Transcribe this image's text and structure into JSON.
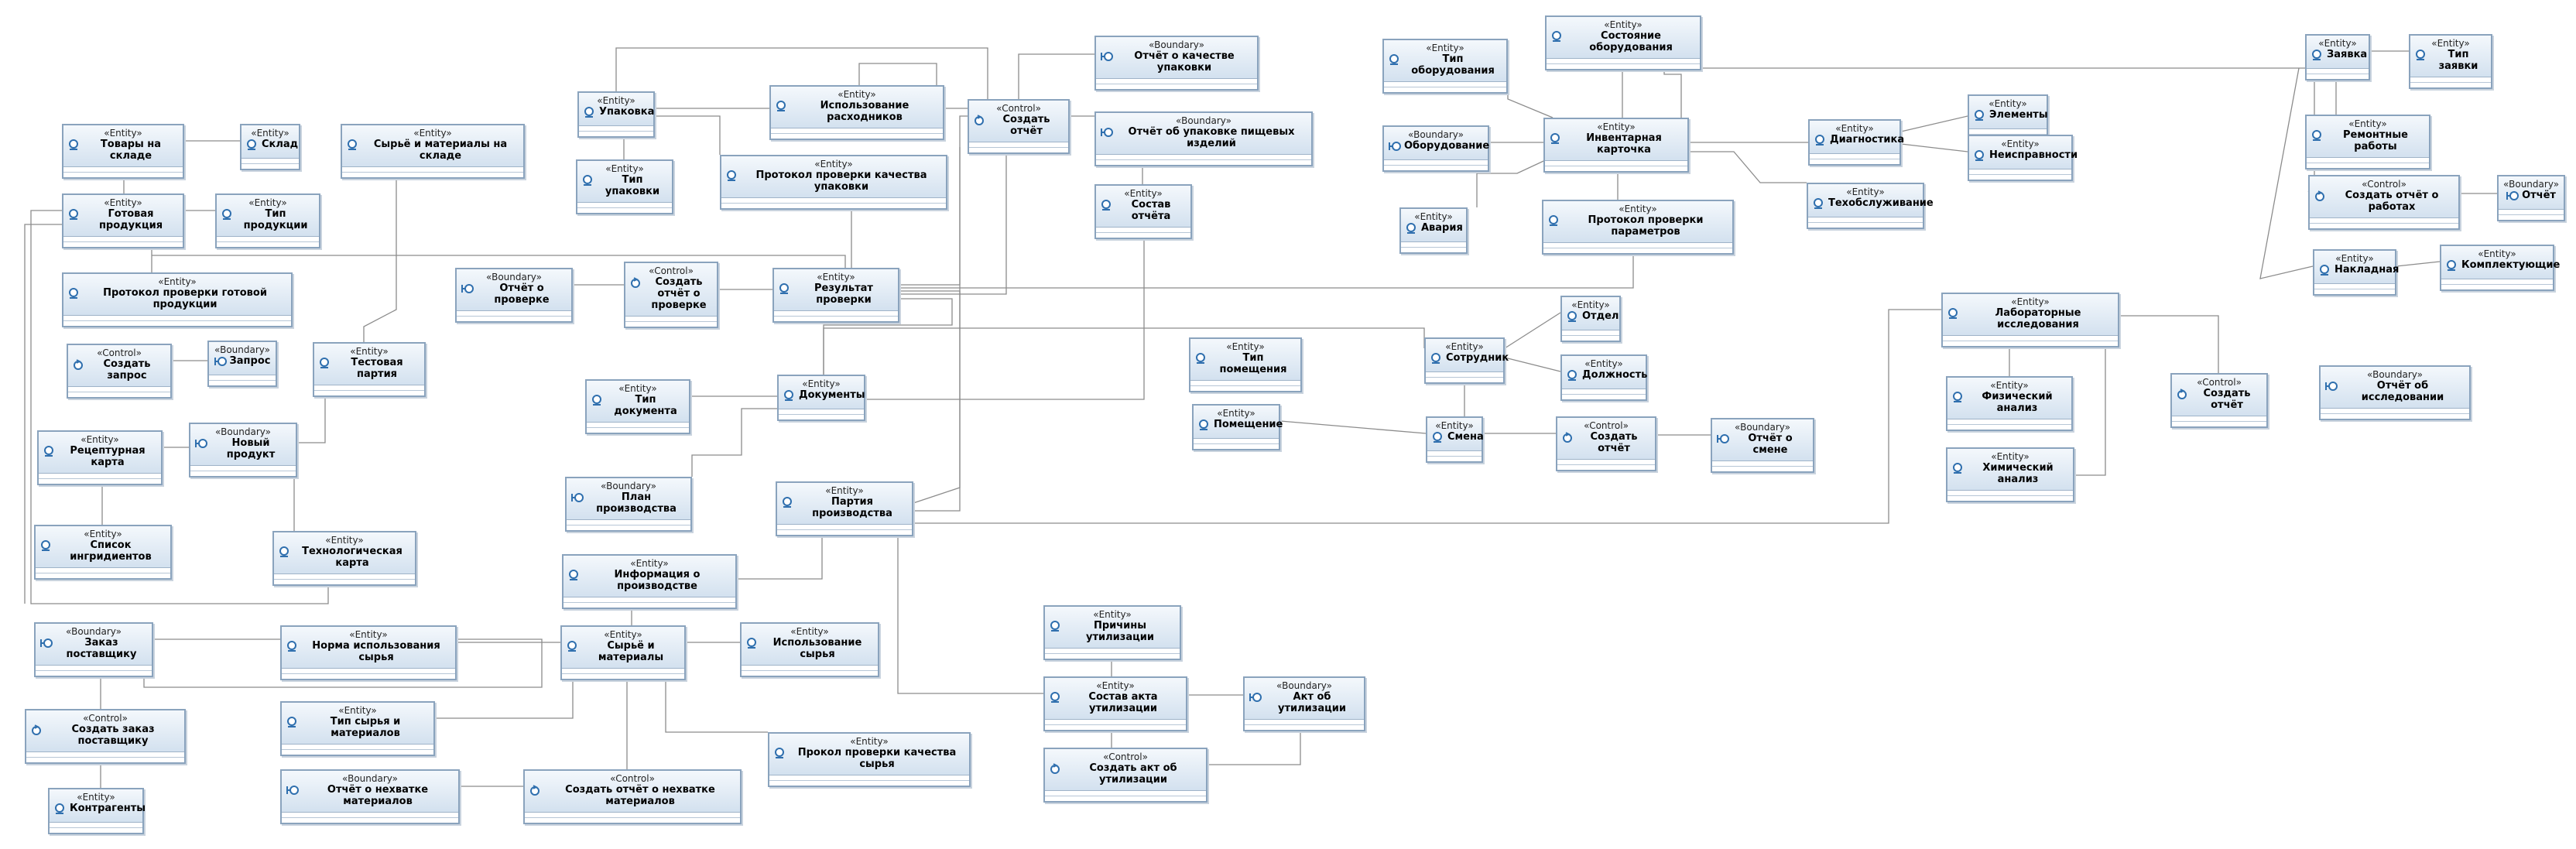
{
  "diagram": {
    "nodes": [
      {
        "id": "goods_stock",
        "stereotype": "«Entity»",
        "name": "Товары на складе",
        "kind": "entity"
      },
      {
        "id": "warehouse",
        "stereotype": "«Entity»",
        "name": "Склад",
        "kind": "entity"
      },
      {
        "id": "raw_stock",
        "stereotype": "«Entity»",
        "name": "Сырьё и материалы на складе",
        "kind": "entity"
      },
      {
        "id": "finished",
        "stereotype": "«Entity»",
        "name": "Готовая продукция",
        "kind": "entity"
      },
      {
        "id": "product_type",
        "stereotype": "«Entity»",
        "name": "Тип продукции",
        "kind": "entity"
      },
      {
        "id": "finished_protocol",
        "stereotype": "«Entity»",
        "name": "Протокол проверки готовой продукции",
        "kind": "entity"
      },
      {
        "id": "create_request",
        "stereotype": "«Control»",
        "name": "Создать запрос",
        "kind": "control"
      },
      {
        "id": "request",
        "stereotype": "«Boundary»",
        "name": "Запрос",
        "kind": "boundary"
      },
      {
        "id": "test_batch",
        "stereotype": "«Entity»",
        "name": "Тестовая партия",
        "kind": "entity"
      },
      {
        "id": "recipe_card",
        "stereotype": "«Entity»",
        "name": "Рецептурная карта",
        "kind": "entity"
      },
      {
        "id": "new_product",
        "stereotype": "«Boundary»",
        "name": "Новый продукт",
        "kind": "boundary"
      },
      {
        "id": "ingredients",
        "stereotype": "«Entity»",
        "name": "Список ингридиентов",
        "kind": "entity"
      },
      {
        "id": "tech_card",
        "stereotype": "«Entity»",
        "name": "Технологическая карта",
        "kind": "entity"
      },
      {
        "id": "packaging",
        "stereotype": "«Entity»",
        "name": "Упаковка",
        "kind": "entity"
      },
      {
        "id": "pack_type",
        "stereotype": "«Entity»",
        "name": "Тип упаковки",
        "kind": "entity"
      },
      {
        "id": "consumables",
        "stereotype": "«Entity»",
        "name": "Использование расходников",
        "kind": "entity"
      },
      {
        "id": "pack_protocol",
        "stereotype": "«Entity»",
        "name": "Протокол проверки качества упаковки",
        "kind": "entity"
      },
      {
        "id": "create_report1",
        "stereotype": "«Control»",
        "name": "Создать отчёт",
        "kind": "control"
      },
      {
        "id": "pack_quality_report",
        "stereotype": "«Boundary»",
        "name": "Отчёт о качестве упаковки",
        "kind": "boundary"
      },
      {
        "id": "food_pack_report",
        "stereotype": "«Boundary»",
        "name": "Отчёт об упаковке пищевых изделий",
        "kind": "boundary"
      },
      {
        "id": "report_content",
        "stereotype": "«Entity»",
        "name": "Состав отчёта",
        "kind": "entity"
      },
      {
        "id": "check_report",
        "stereotype": "«Boundary»",
        "name": "Отчёт о проверке",
        "kind": "boundary"
      },
      {
        "id": "create_check_report",
        "stereotype": "«Control»",
        "name": "Создать отчёт о проверке",
        "kind": "control"
      },
      {
        "id": "check_result",
        "stereotype": "«Entity»",
        "name": "Результат проверки",
        "kind": "entity"
      },
      {
        "id": "doc_type",
        "stereotype": "«Entity»",
        "name": "Тип документа",
        "kind": "entity"
      },
      {
        "id": "documents",
        "stereotype": "«Entity»",
        "name": "Документы",
        "kind": "entity"
      },
      {
        "id": "prod_plan",
        "stereotype": "«Boundary»",
        "name": "План производства",
        "kind": "boundary"
      },
      {
        "id": "prod_batch",
        "stereotype": "«Entity»",
        "name": "Партия производства",
        "kind": "entity"
      },
      {
        "id": "prod_info",
        "stereotype": "«Entity»",
        "name": "Информация о производстве",
        "kind": "entity"
      },
      {
        "id": "supplier_order",
        "stereotype": "«Boundary»",
        "name": "Заказ поставщику",
        "kind": "boundary"
      },
      {
        "id": "norm_raw",
        "stereotype": "«Entity»",
        "name": "Норма использования сырья",
        "kind": "entity"
      },
      {
        "id": "raw_materials",
        "stereotype": "«Entity»",
        "name": "Сырьё и материалы",
        "kind": "entity"
      },
      {
        "id": "raw_usage",
        "stereotype": "«Entity»",
        "name": "Использование сырья",
        "kind": "entity"
      },
      {
        "id": "create_supplier_order",
        "stereotype": "«Control»",
        "name": "Создать заказ поставщику",
        "kind": "control"
      },
      {
        "id": "raw_type",
        "stereotype": "«Entity»",
        "name": "Тип сырья и материалов",
        "kind": "entity"
      },
      {
        "id": "shortage_report",
        "stereotype": "«Boundary»",
        "name": "Отчёт о нехватке материалов",
        "kind": "boundary"
      },
      {
        "id": "create_shortage_report",
        "stereotype": "«Control»",
        "name": "Создать отчёт о нехватке материалов",
        "kind": "control"
      },
      {
        "id": "raw_quality_protocol",
        "stereotype": "«Entity»",
        "name": "Прокол проверки качества сырья",
        "kind": "entity"
      },
      {
        "id": "counterparties",
        "stereotype": "«Entity»",
        "name": "Контрагенты",
        "kind": "entity"
      },
      {
        "id": "disposal_reasons",
        "stereotype": "«Entity»",
        "name": "Причины утилизации",
        "kind": "entity"
      },
      {
        "id": "disposal_content",
        "stereotype": "«Entity»",
        "name": "Состав акта утилизации",
        "kind": "entity"
      },
      {
        "id": "disposal_act",
        "stereotype": "«Boundary»",
        "name": "Акт об утилизации",
        "kind": "boundary"
      },
      {
        "id": "create_disposal_act",
        "stereotype": "«Control»",
        "name": "Создать акт об утилизации",
        "kind": "control"
      },
      {
        "id": "equip_type",
        "stereotype": "«Entity»",
        "name": "Тип оборудования",
        "kind": "entity"
      },
      {
        "id": "equip_state",
        "stereotype": "«Entity»",
        "name": "Состояние оборудования",
        "kind": "entity"
      },
      {
        "id": "equipment",
        "stereotype": "«Boundary»",
        "name": "Оборудование",
        "kind": "boundary"
      },
      {
        "id": "inventory_card",
        "stereotype": "«Entity»",
        "name": "Инвентарная карточка",
        "kind": "entity"
      },
      {
        "id": "diagnostics",
        "stereotype": "«Entity»",
        "name": "Диагностика",
        "kind": "entity"
      },
      {
        "id": "elements",
        "stereotype": "«Entity»",
        "name": "Элементы",
        "kind": "entity"
      },
      {
        "id": "faults",
        "stereotype": "«Entity»",
        "name": "Неисправности",
        "kind": "entity"
      },
      {
        "id": "accident",
        "stereotype": "«Entity»",
        "name": "Авария",
        "kind": "entity"
      },
      {
        "id": "param_protocol",
        "stereotype": "«Entity»",
        "name": "Протокол проверки параметров",
        "kind": "entity"
      },
      {
        "id": "maintenance",
        "stereotype": "«Entity»",
        "name": "Техобслуживание",
        "kind": "entity"
      },
      {
        "id": "application",
        "stereotype": "«Entity»",
        "name": "Заявка",
        "kind": "entity"
      },
      {
        "id": "app_type",
        "stereotype": "«Entity»",
        "name": "Тип заявки",
        "kind": "entity"
      },
      {
        "id": "repairs",
        "stereotype": "«Entity»",
        "name": "Ремонтные работы",
        "kind": "entity"
      },
      {
        "id": "create_work_report",
        "stereotype": "«Control»",
        "name": "Создать отчёт о работах",
        "kind": "control"
      },
      {
        "id": "report_b",
        "stereotype": "«Boundary»",
        "name": "Отчёт",
        "kind": "boundary"
      },
      {
        "id": "invoice",
        "stereotype": "«Entity»",
        "name": "Накладная",
        "kind": "entity"
      },
      {
        "id": "components",
        "stereotype": "«Entity»",
        "name": "Комплектующие",
        "kind": "entity"
      },
      {
        "id": "department",
        "stereotype": "«Entity»",
        "name": "Отдел",
        "kind": "entity"
      },
      {
        "id": "room_type",
        "stereotype": "«Entity»",
        "name": "Тип помещения",
        "kind": "entity"
      },
      {
        "id": "employee",
        "stereotype": "«Entity»",
        "name": "Сотрудник",
        "kind": "entity"
      },
      {
        "id": "position",
        "stereotype": "«Entity»",
        "name": "Должность",
        "kind": "entity"
      },
      {
        "id": "room",
        "stereotype": "«Entity»",
        "name": "Помещение",
        "kind": "entity"
      },
      {
        "id": "shift",
        "stereotype": "«Entity»",
        "name": "Смена",
        "kind": "entity"
      },
      {
        "id": "create_report2",
        "stereotype": "«Control»",
        "name": "Создать отчёт",
        "kind": "control"
      },
      {
        "id": "shift_report",
        "stereotype": "«Boundary»",
        "name": "Отчёт о смене",
        "kind": "boundary"
      },
      {
        "id": "lab_research",
        "stereotype": "«Entity»",
        "name": "Лабораторные исследования",
        "kind": "entity"
      },
      {
        "id": "phys_analysis",
        "stereotype": "«Entity»",
        "name": "Физический анализ",
        "kind": "entity"
      },
      {
        "id": "chem_analysis",
        "stereotype": "«Entity»",
        "name": "Химический анализ",
        "kind": "entity"
      },
      {
        "id": "create_report3",
        "stereotype": "«Control»",
        "name": "Создать отчёт",
        "kind": "control"
      },
      {
        "id": "research_report",
        "stereotype": "«Boundary»",
        "name": "Отчёт об исследовании",
        "kind": "boundary"
      }
    ],
    "colors": {
      "border": "#8aa3bd",
      "header_top": "#f4f8fc",
      "header_bottom": "#d3e1ef",
      "edge": "#8c8c8c",
      "entity_icon": "#2f6fae",
      "boundary_icon": "#2f6fae",
      "control_icon": "#2f6fae"
    },
    "icons": {
      "entity": "entity-icon",
      "boundary": "boundary-icon",
      "control": "control-icon"
    }
  }
}
